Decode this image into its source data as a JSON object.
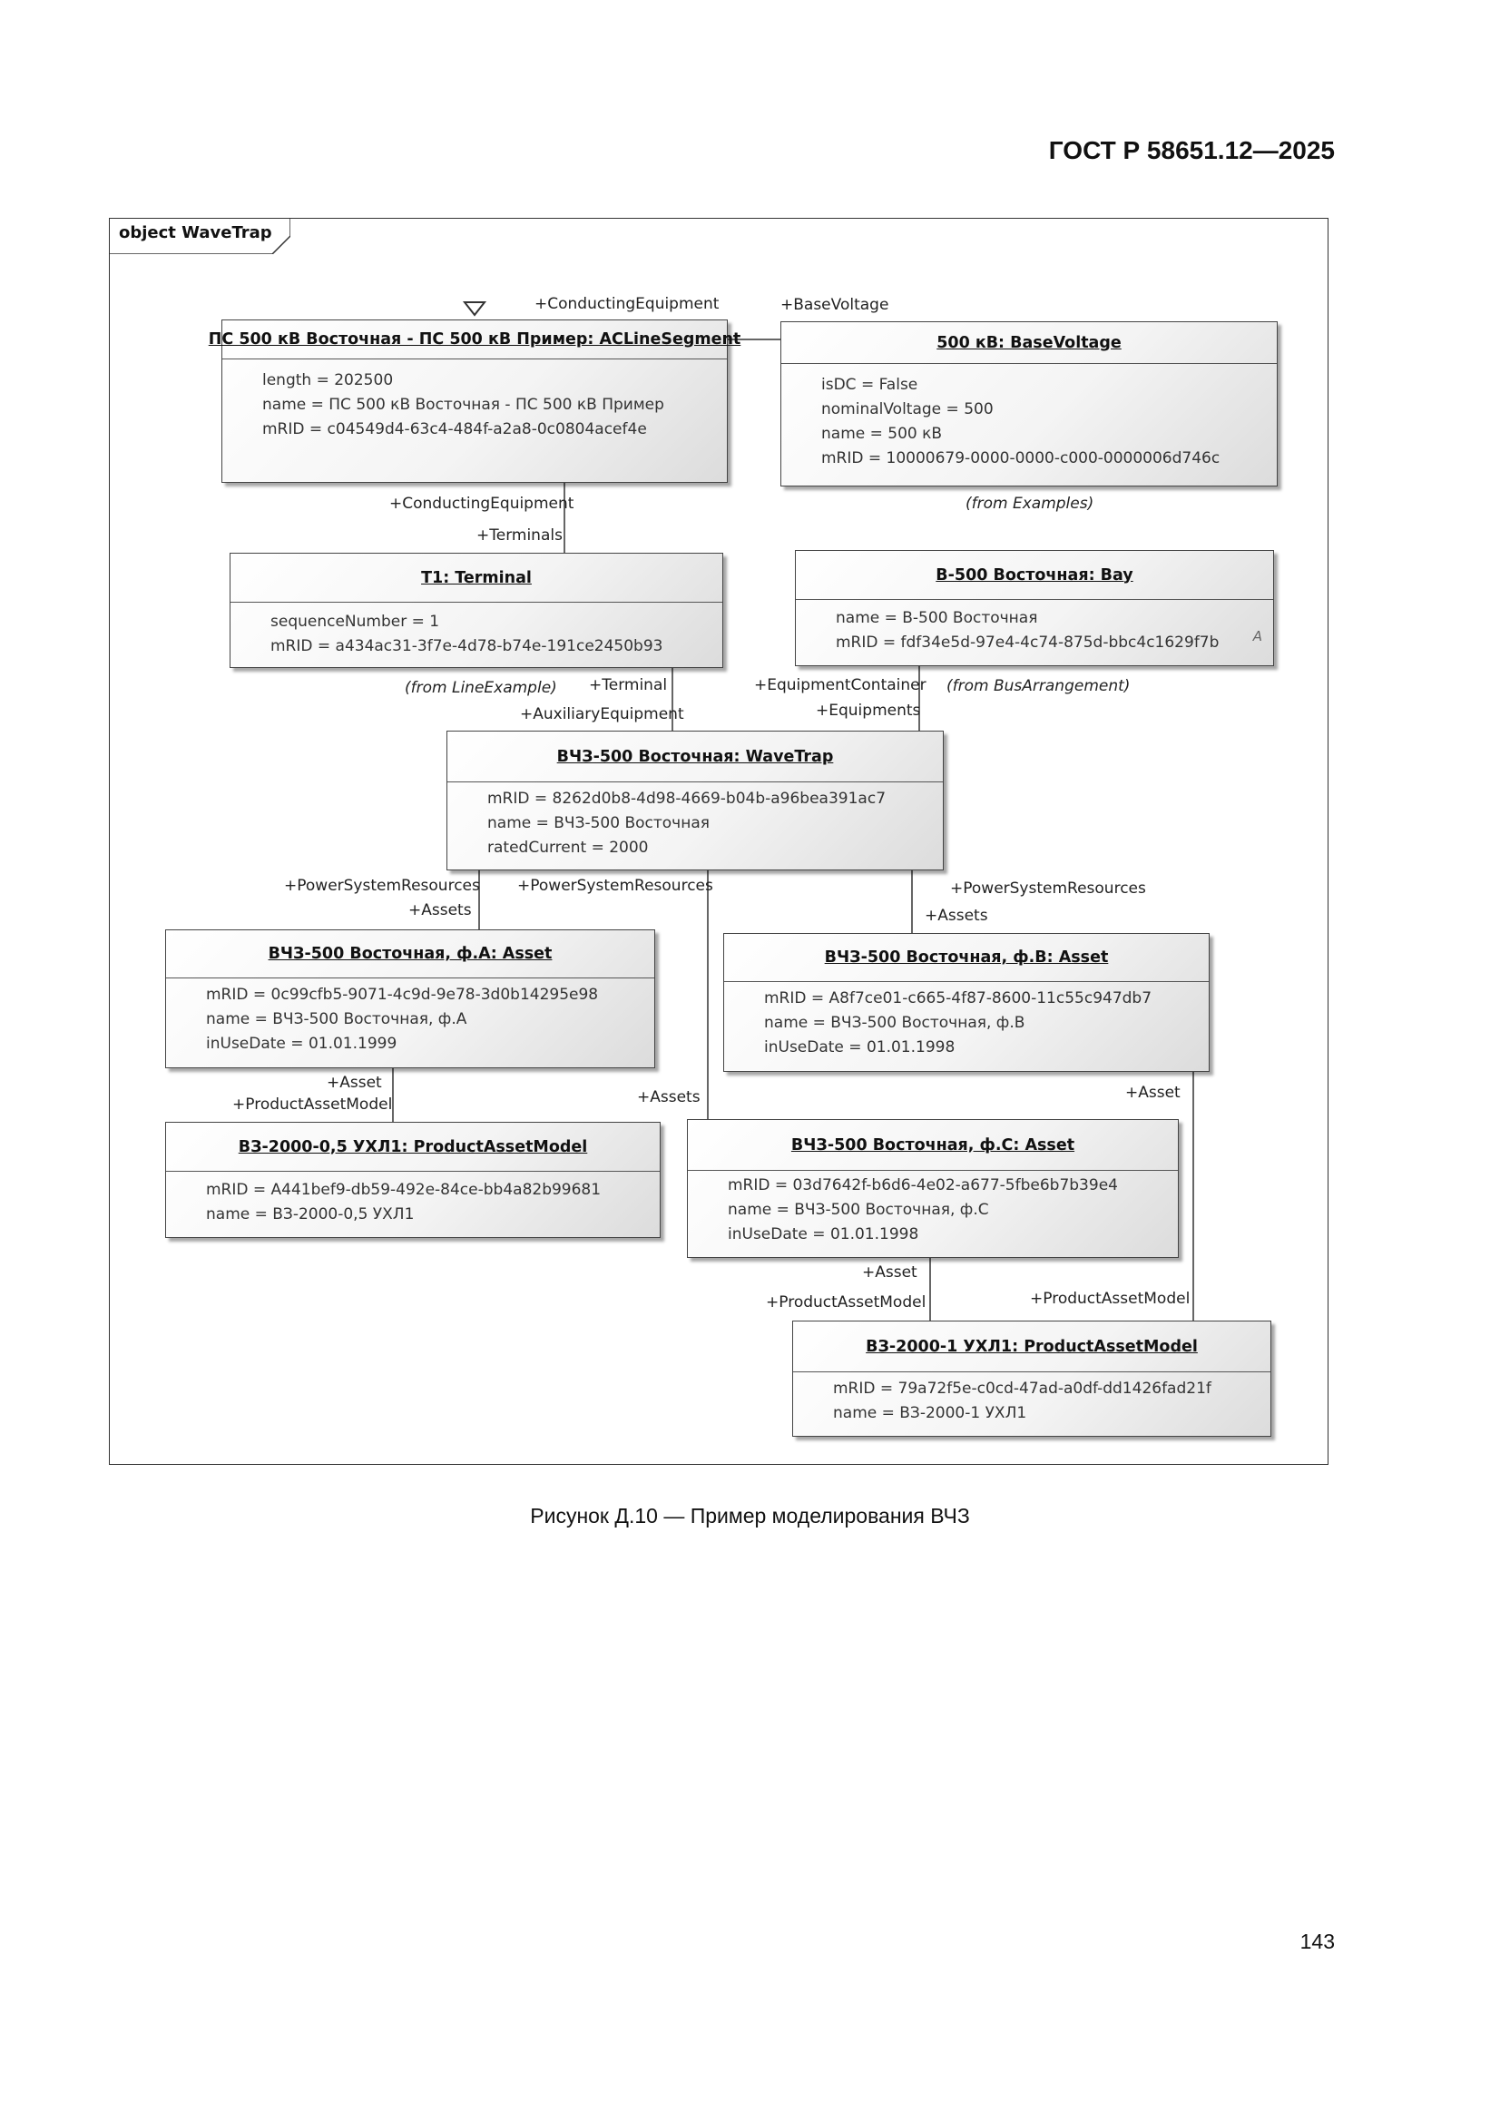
{
  "header": {
    "standard": "ГОСТ Р 58651.12—2025"
  },
  "diagram": {
    "frame_label": "object WaveTrap",
    "boxes": [
      {
        "title": "ПС 500 кВ Восточная - ПС 500 кВ Пример: ACLineSegment",
        "attrs": [
          "length = 202500",
          "name = ПС 500 кВ Восточная - ПС 500 кВ Пример",
          "mRID = c04549d4-63c4-484f-a2a8-0c0804acef4e"
        ]
      },
      {
        "title": "500 кВ: BaseVoltage",
        "attrs": [
          "isDC = False",
          "nominalVoltage = 500",
          "name = 500 кВ",
          "mRID = 10000679-0000-0000-c000-0000006d746c"
        ]
      },
      {
        "title": "T1: Terminal",
        "attrs": [
          "sequenceNumber = 1",
          "mRID = a434ac31-3f7e-4d78-b74e-191ce2450b93"
        ]
      },
      {
        "title": "B-500 Восточная: Bay",
        "attrs": [
          "name = B-500 Восточная",
          "mRID = fdf34e5d-97e4-4c74-875d-bbc4c1629f7b"
        ]
      },
      {
        "title": "ВЧЗ-500 Восточная: WaveTrap",
        "attrs": [
          "mRID = 8262d0b8-4d98-4669-b04b-a96bea391ac7",
          "name = ВЧЗ-500 Восточная",
          "ratedCurrent = 2000"
        ]
      },
      {
        "title": "ВЧЗ-500 Восточная, ф.А: Asset",
        "attrs": [
          "mRID = 0c99cfb5-9071-4c9d-9e78-3d0b14295e98",
          "name = ВЧЗ-500 Восточная, ф.А",
          "inUseDate = 01.01.1999"
        ]
      },
      {
        "title": "ВЧЗ-500 Восточная, ф.В: Asset",
        "attrs": [
          "mRID = A8f7ce01-c665-4f87-8600-11c55c947db7",
          "name = ВЧЗ-500 Восточная, ф.В",
          "inUseDate = 01.01.1998"
        ]
      },
      {
        "title": "ВЗ-2000-0,5 УХЛ1: ProductAssetModel",
        "attrs": [
          "mRID = A441bef9-db59-492e-84ce-bb4a82b99681",
          "name = ВЗ-2000-0,5 УХЛ1"
        ]
      },
      {
        "title": "ВЧЗ-500 Восточная, ф.С: Asset",
        "attrs": [
          "mRID = 03d7642f-b6d6-4e02-a677-5fbe6b7b39e4",
          "name = ВЧЗ-500 Восточная, ф.С",
          "inUseDate = 01.01.1998"
        ]
      },
      {
        "title": "ВЗ-2000-1 УХЛ1: ProductAssetModel",
        "attrs": [
          "mRID = 79a72f5e-c0cd-47ad-a0df-dd1426fad21f",
          "name = ВЗ-2000-1 УХЛ1"
        ]
      }
    ],
    "roles": [
      "+ConductingEquipment",
      "+BaseVoltage",
      "+ConductingEquipment",
      "+Terminals",
      "+Terminal",
      "+AuxiliaryEquipment",
      "+EquipmentContainer",
      "+Equipments",
      "+PowerSystemResources",
      "+Assets",
      "+PowerSystemResources",
      "+PowerSystemResources",
      "+Assets",
      "+Asset",
      "+ProductAssetModel",
      "+Assets",
      "+Asset",
      "+Asset",
      "+ProductAssetModel",
      "+ProductAssetModel"
    ],
    "from_notes": [
      "(from Examples)",
      "(from LineExample)",
      "(from BusArrangement)"
    ],
    "abstract_marker": "A"
  },
  "caption": "Рисунок Д.10 — Пример моделирования ВЧЗ",
  "page_number": "143"
}
